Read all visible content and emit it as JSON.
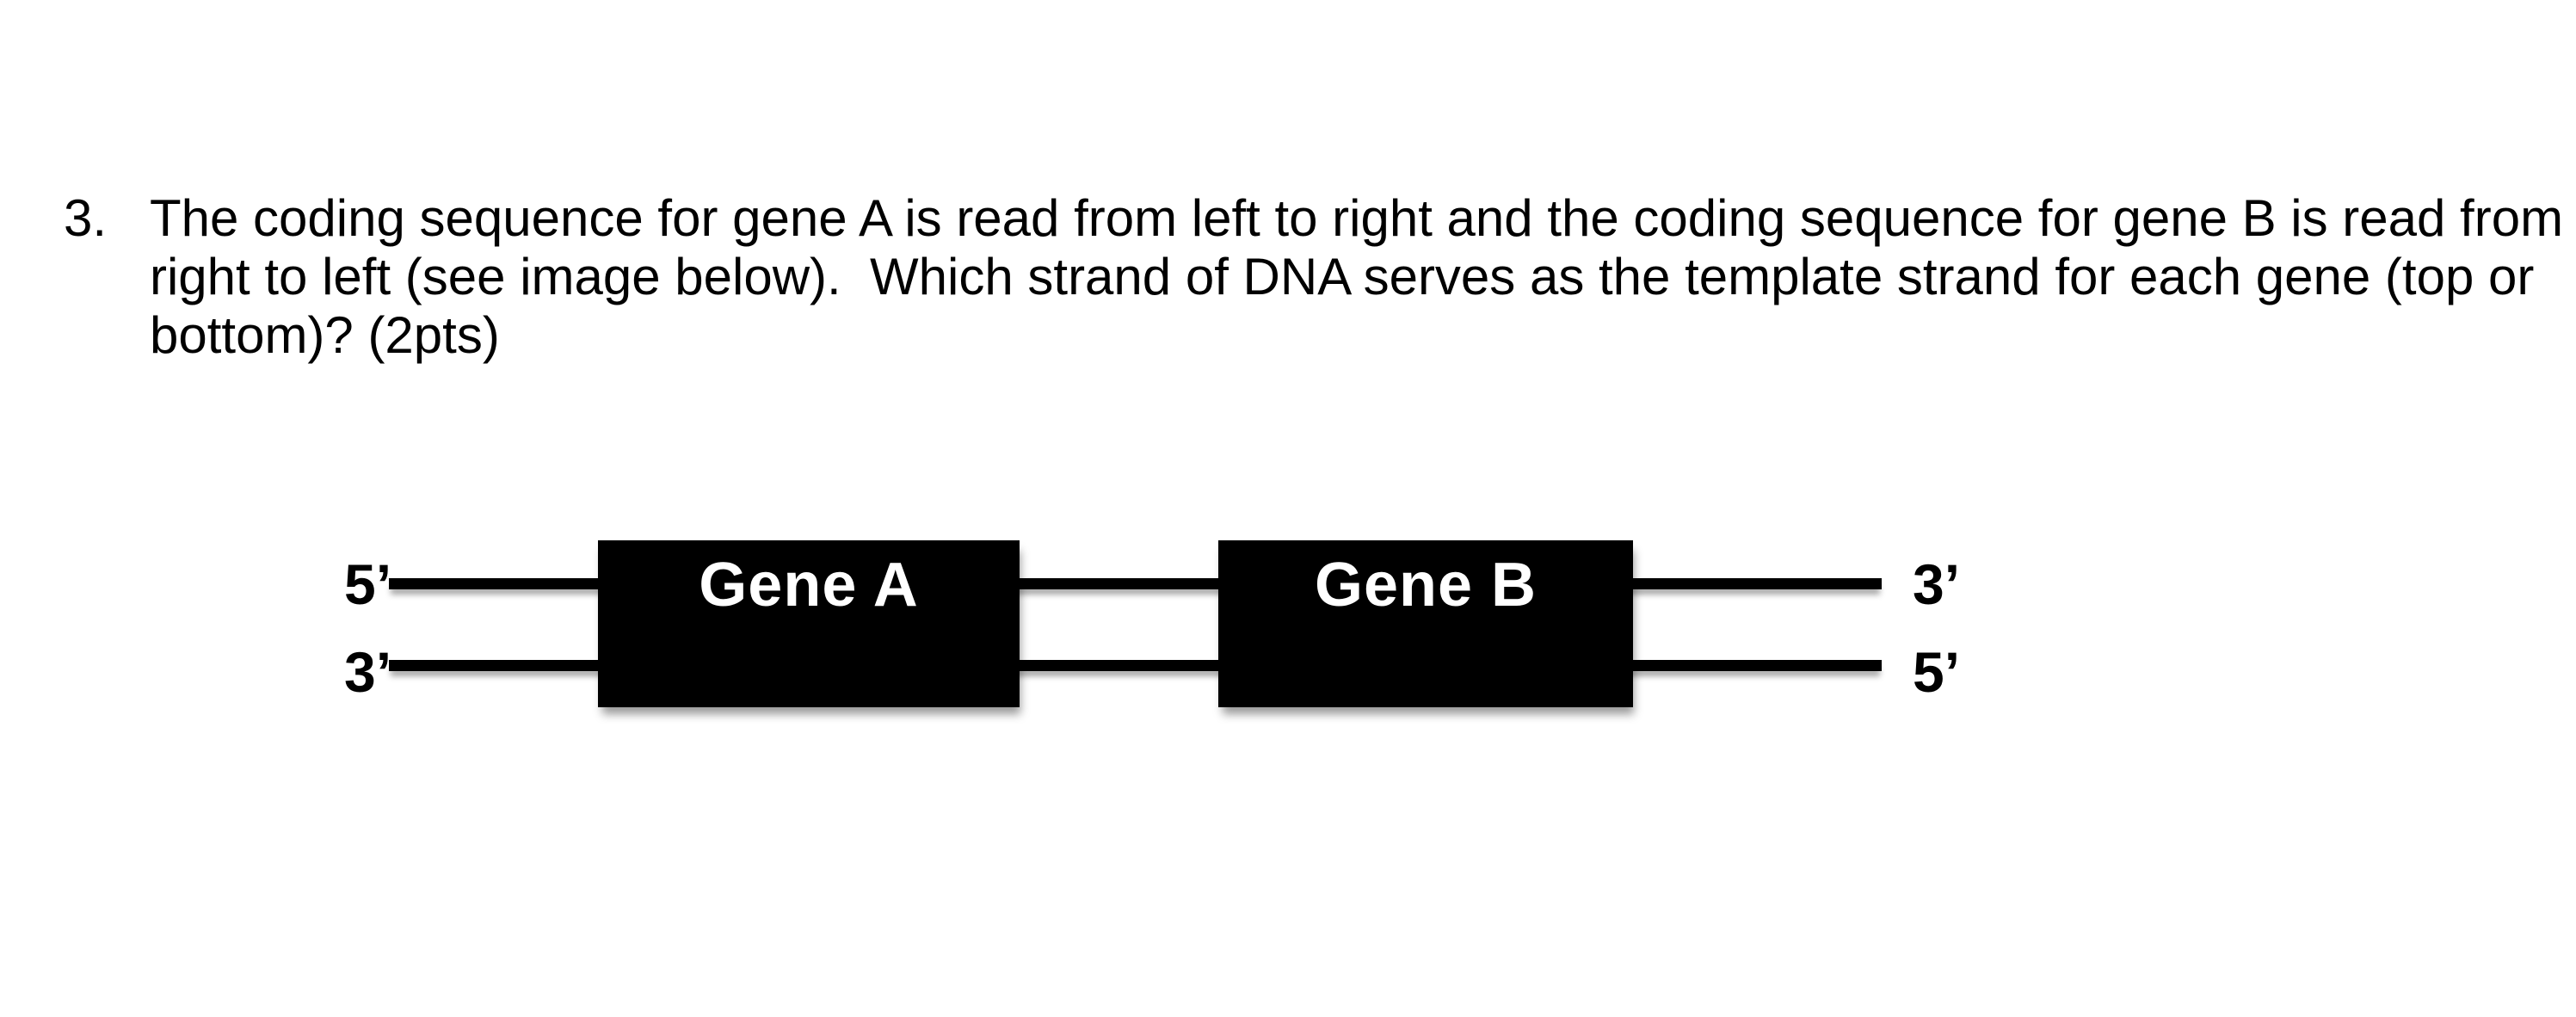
{
  "question": {
    "number": "3.",
    "lines": [
      "The coding sequence for gene A is read from left to right and the coding sequence for gene B is read from",
      "right to left (see image below).  Which strand of DNA serves as the template strand for each gene (top or",
      "bottom)? (2pts)"
    ],
    "points": "2pts"
  },
  "diagram": {
    "gene_a_label": "Gene A",
    "gene_b_label": "Gene B",
    "strand_ends": {
      "top_left": "5’",
      "bottom_left": "3’",
      "top_right": "3’",
      "bottom_right": "5’"
    }
  },
  "colors": {
    "page_background": "#ffffff",
    "question_text": "#000000",
    "strand": "#000000",
    "gene_box_fill": "#000000",
    "gene_box_text": "#ffffff"
  }
}
